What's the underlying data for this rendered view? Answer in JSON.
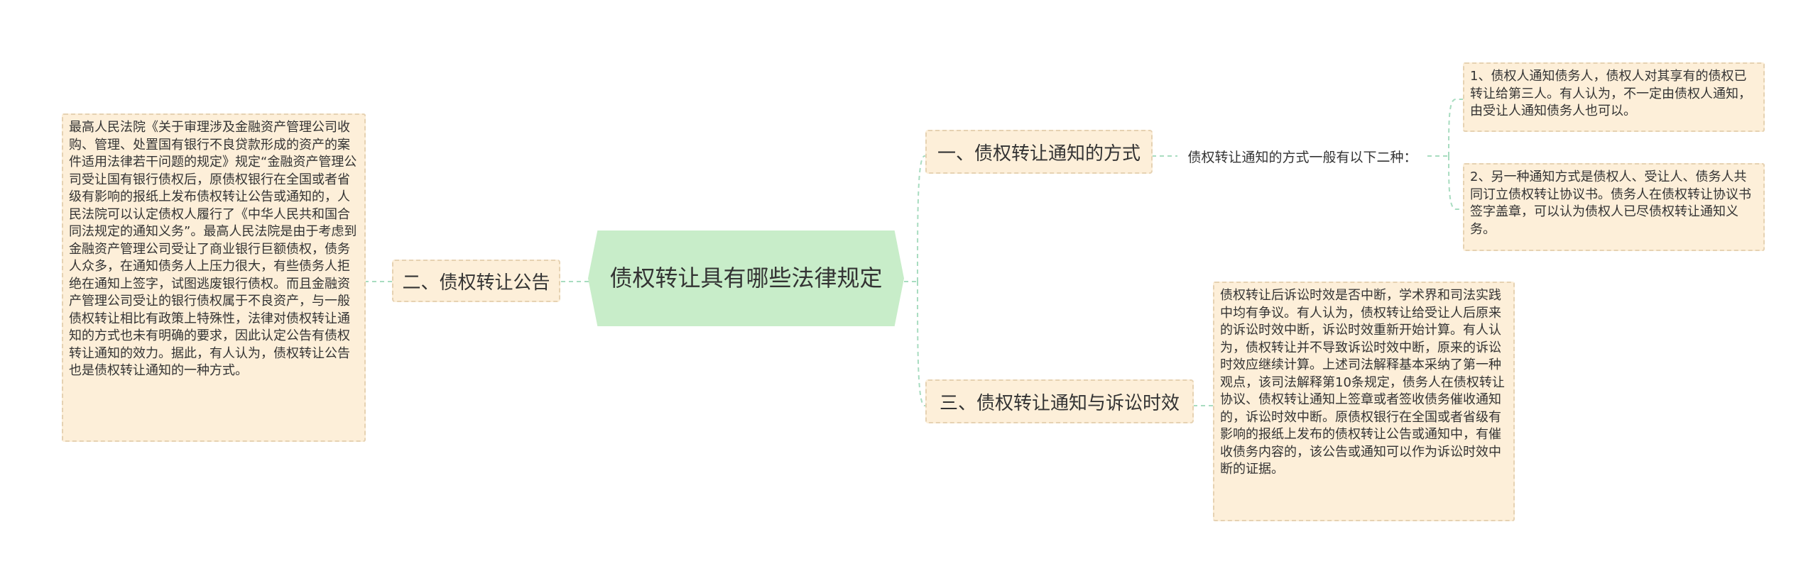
{
  "root": {
    "label": "债权转让具有哪些法律规定"
  },
  "branches": {
    "method": {
      "label": "一、债权转让通知的方式"
    },
    "announcement": {
      "label": "二、债权转让公告"
    },
    "litigation": {
      "label": "三、债权转让通知与诉讼时效"
    }
  },
  "method_intro": "债权转让通知的方式一般有以下二种：",
  "method_items": [
    "1、债权人通知债务人，债权人对其享有的债权已转让给第三人。有人认为，不一定由债权人通知，由受让人通知债务人也可以。",
    "2、另一种通知方式是债权人、受让人、债务人共同订立债权转让协议书。债务人在债权转让协议书签字盖章，可以认为债权人已尽债权转让通知义务。"
  ],
  "announcement_text": "最高人民法院《关于审理涉及金融资产管理公司收购、管理、处置国有银行不良贷款形成的资产的案件适用法律若干问题的规定》规定“金融资产管理公司受让国有银行债权后，原债权银行在全国或者省级有影响的报纸上发布债权转让公告或通知的，人民法院可以认定债权人履行了《中华人民共和国合同法规定的通知义务”。最高人民法院是由于考虑到金融资产管理公司受让了商业银行巨额债权，债务人众多，在通知债务人上压力很大，有些债务人拒绝在通知上签字，试图逃废银行债权。而且金融资产管理公司受让的银行债权属于不良资产，与一般债权转让相比有政策上特殊性，法律对债权转让通知的方式也未有明确的要求，因此认定公告有债权转让通知的效力。据此，有人认为，债权转让公告也是债权转让通知的一种方式。",
  "litigation_text": "债权转让后诉讼时效是否中断，学术界和司法实践中均有争议。有人认为，债权转让给受让人后原来的诉讼时效中断，诉讼时效重新开始计算。有人认为，债权转让并不导致诉讼时效中断，原来的诉讼时效应继续计算。上述司法解释基本采纳了第一种观点，该司法解释第10条规定，债务人在债权转让协议、债权转让通知上签章或者签收债务催收通知的，诉讼时效中断。原债权银行在全国或者省级有影响的报纸上发布的债权转让公告或通知中，有催收债务内容的，该公告或通知可以作为诉讼时效中断的证据。",
  "colors": {
    "root_fill": "#c8edc9",
    "node_fill": "#fdefd9",
    "node_border": "#e6d2b2",
    "connector": "#a8dcc0"
  }
}
